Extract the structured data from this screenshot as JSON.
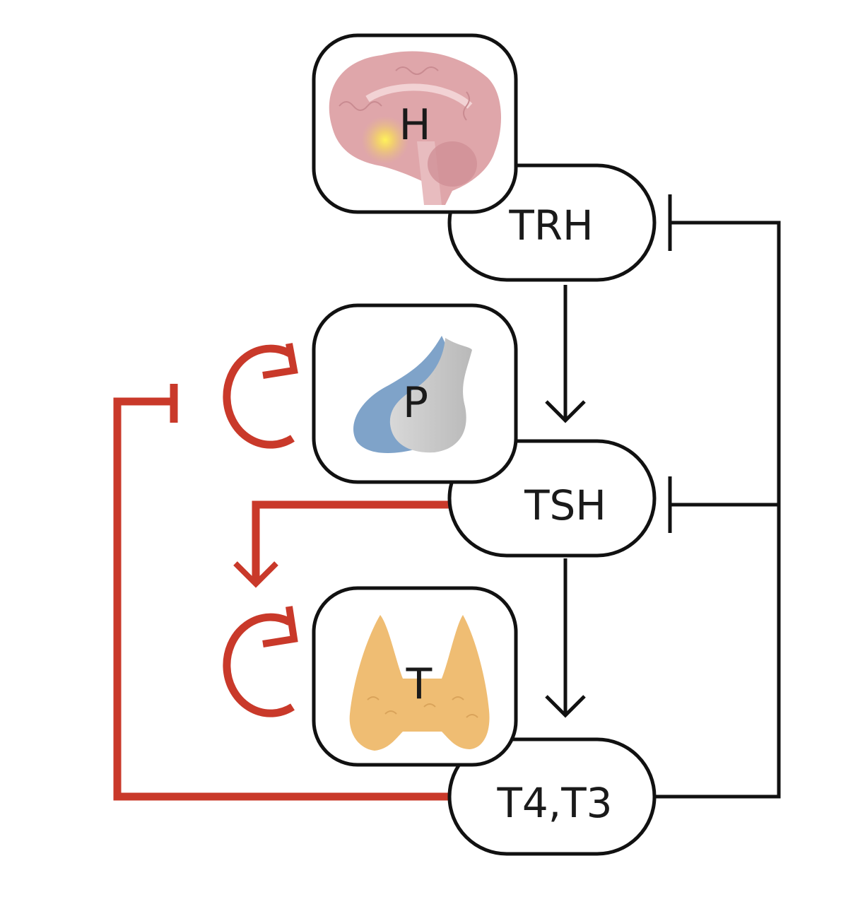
{
  "diagram": {
    "title": "Hypothalamic-pituitary-thyroid axis",
    "colors": {
      "line": "#111111",
      "highlight": "#c9392a",
      "brain": "#dba0a4",
      "hypothalamus_glow": "#f2e04a",
      "pituitary_anterior": "#7fa3c9",
      "pituitary_posterior": "#c4c4c4",
      "thyroid": "#efbd73"
    },
    "organs": [
      {
        "id": "hypothalamus",
        "label": "H",
        "icon": "brain-icon"
      },
      {
        "id": "pituitary",
        "label": "P",
        "icon": "pituitary-gland-icon"
      },
      {
        "id": "thyroid",
        "label": "T",
        "icon": "thyroid-gland-icon"
      }
    ],
    "hormones": [
      {
        "id": "trh",
        "label": "TRH"
      },
      {
        "id": "tsh",
        "label": "TSH"
      },
      {
        "id": "t4t3",
        "label": "T4,T3"
      }
    ],
    "edges": [
      {
        "from": "TRH",
        "to": "TSH",
        "type": "stimulation",
        "color": "black"
      },
      {
        "from": "TSH",
        "to": "T4,T3",
        "type": "stimulation",
        "color": "black"
      },
      {
        "from": "T4,T3",
        "to": "TRH",
        "type": "inhibition",
        "color": "black"
      },
      {
        "from": "T4,T3",
        "to": "TSH",
        "type": "inhibition",
        "color": "black"
      },
      {
        "from": "T4,T3",
        "to": "P (self-renewal)",
        "type": "inhibition",
        "color": "red"
      },
      {
        "from": "TSH",
        "to": "T (self-renewal)",
        "type": "stimulation",
        "color": "red"
      },
      {
        "from": "P",
        "to": "P",
        "type": "self-loop",
        "color": "red"
      },
      {
        "from": "T",
        "to": "T",
        "type": "self-loop",
        "color": "red"
      }
    ]
  }
}
